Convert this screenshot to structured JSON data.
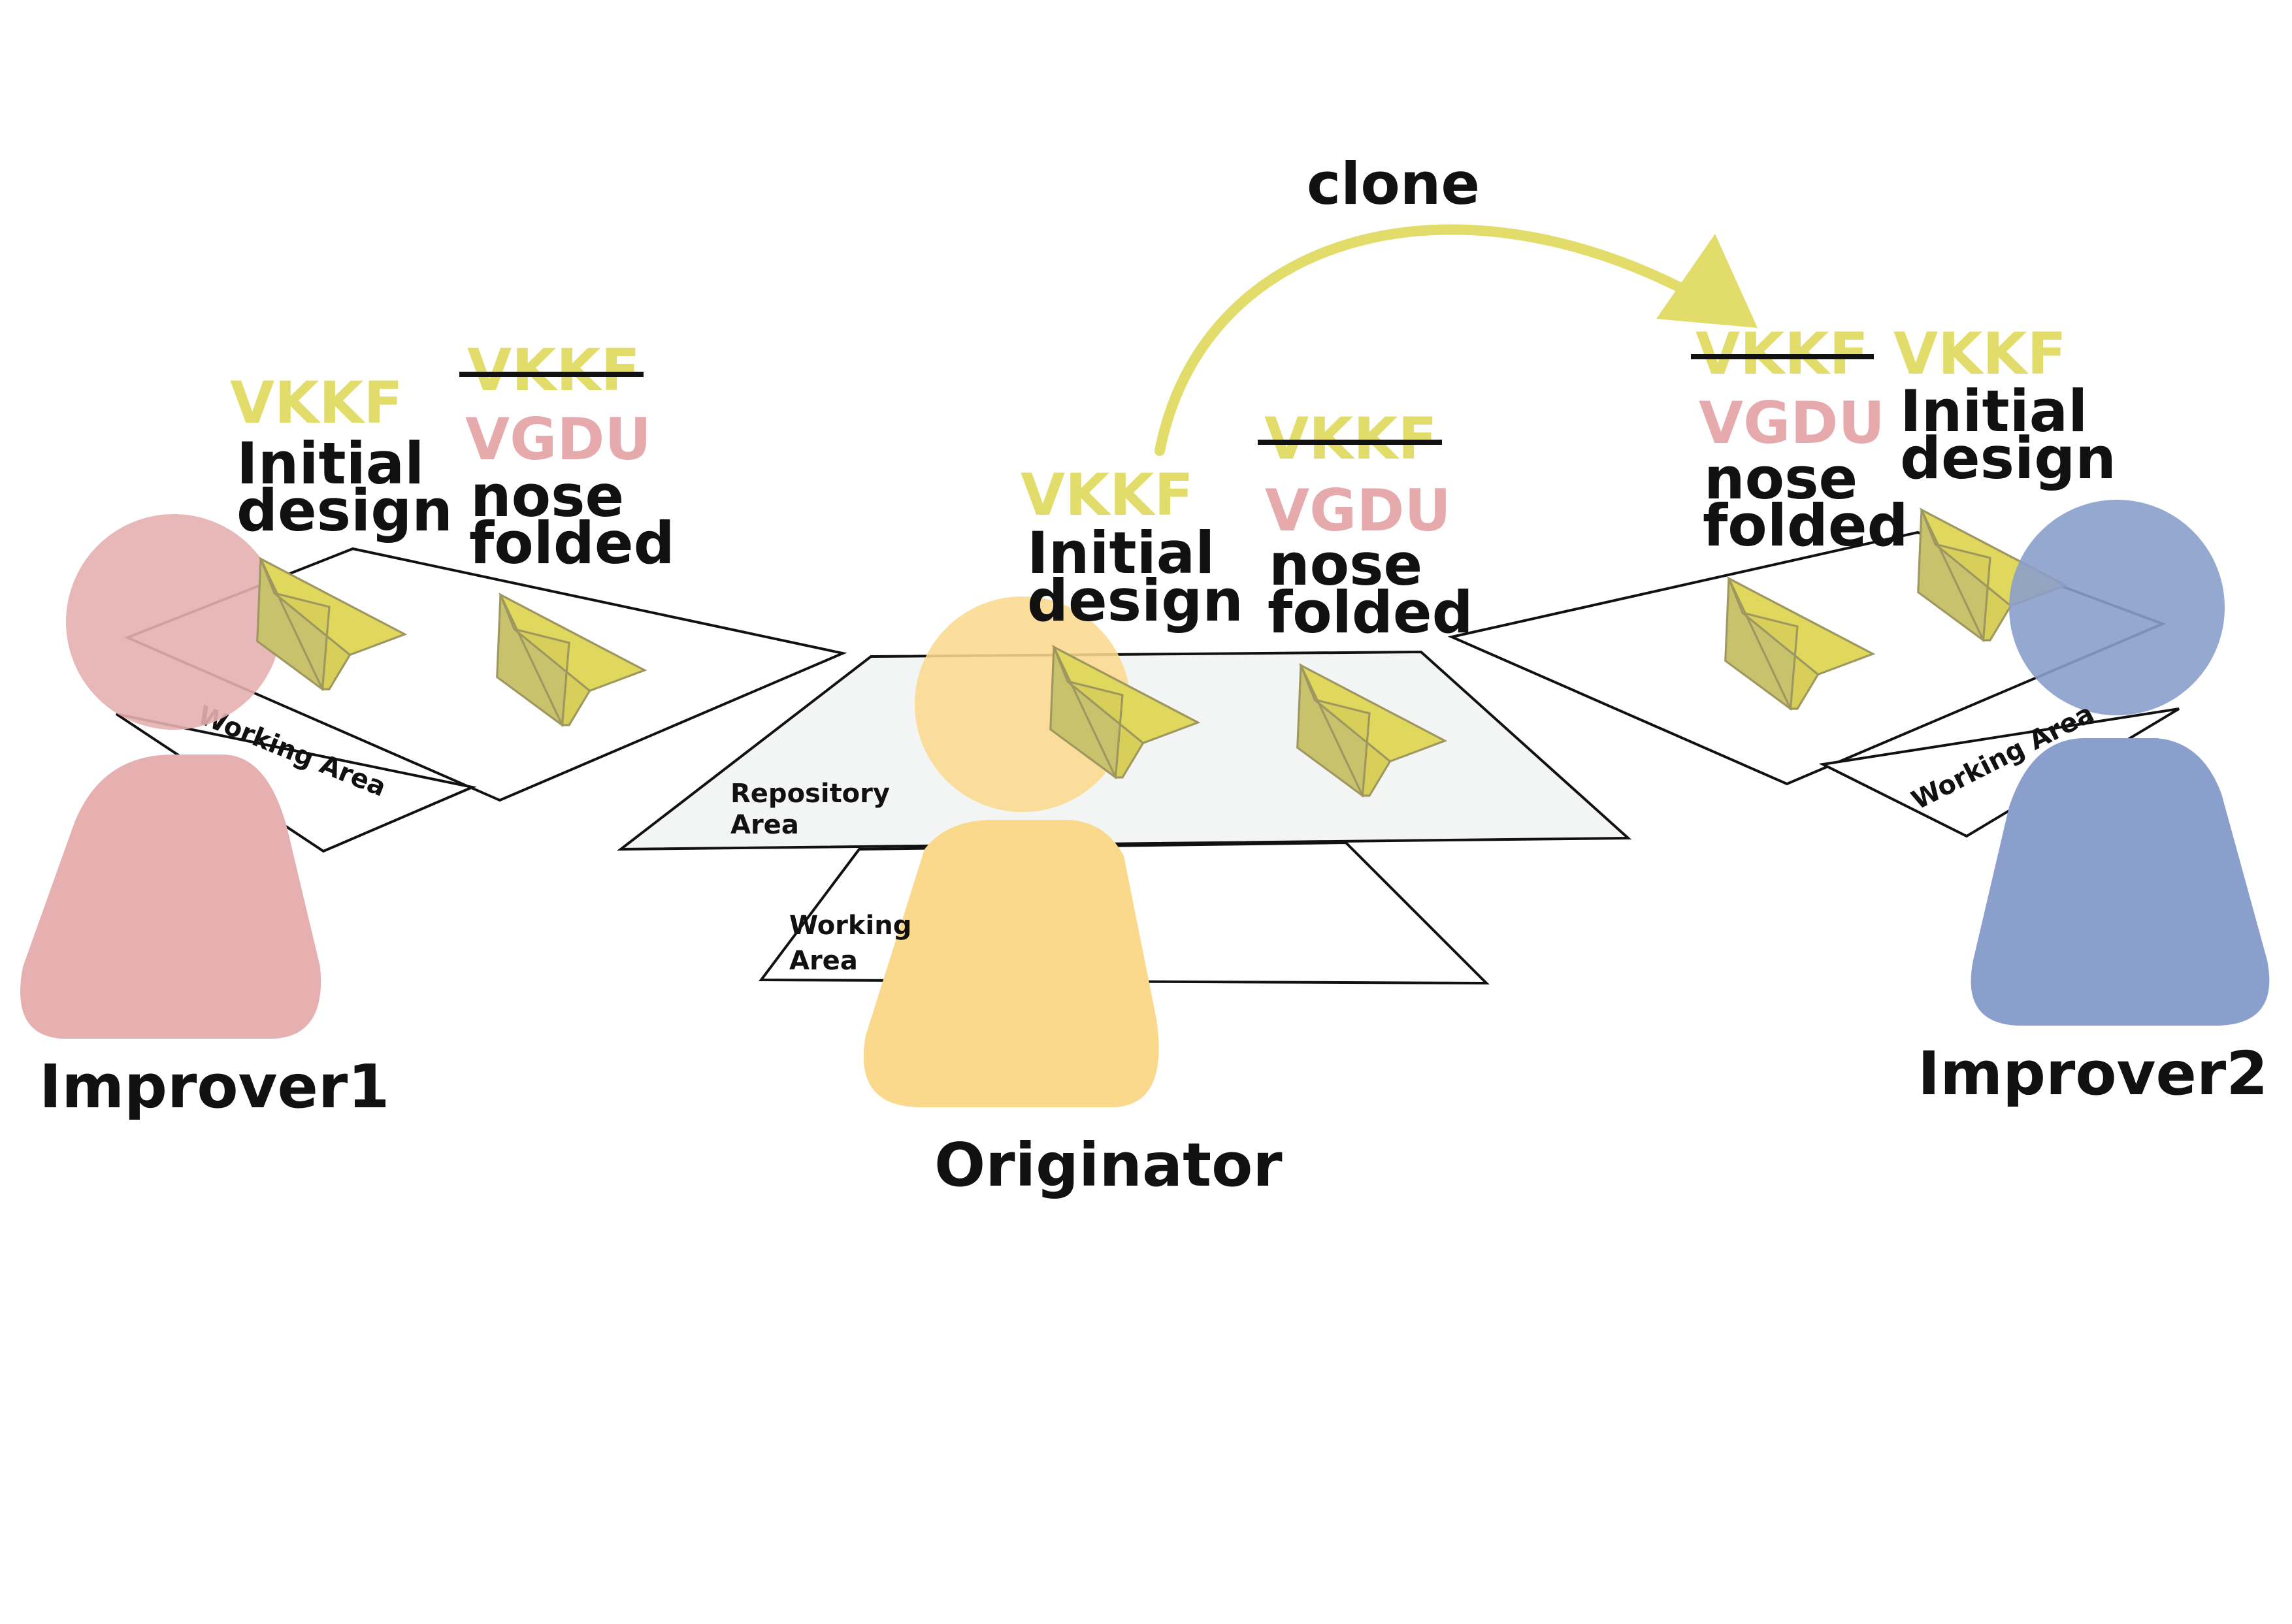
{
  "colors": {
    "hash_yellow": "#e2dd6a",
    "hash_pink": "#e6a9ac",
    "improver1": "#e6b0b1",
    "originator": "#fad98d",
    "improver2": "#8a9fcb",
    "repository_fill": "#f3f5f4",
    "arrow": "#e2dd6a",
    "plane_light": "#e0d85c",
    "plane_dark": "#c9c26d",
    "plane_edge": "#9e9760"
  },
  "actors": {
    "improver1": {
      "name": "Improver1"
    },
    "originator": {
      "name": "Originator"
    },
    "improver2": {
      "name": "Improver2"
    }
  },
  "areas": {
    "improver1_working": "Working Area",
    "originator_repository_line1": "Repository",
    "originator_repository_line2": "Area",
    "originator_working_line1": "Working",
    "originator_working_line2": "Area",
    "improver2_working": "Working Area"
  },
  "commits": {
    "initial": {
      "hash": "VKKF",
      "line1": "Initial",
      "line2": "design"
    },
    "nose": {
      "parent_hash": "VKKF",
      "hash": "VGDU",
      "line1": "nose",
      "line2": "folded"
    }
  },
  "arrow": {
    "label": "clone"
  }
}
